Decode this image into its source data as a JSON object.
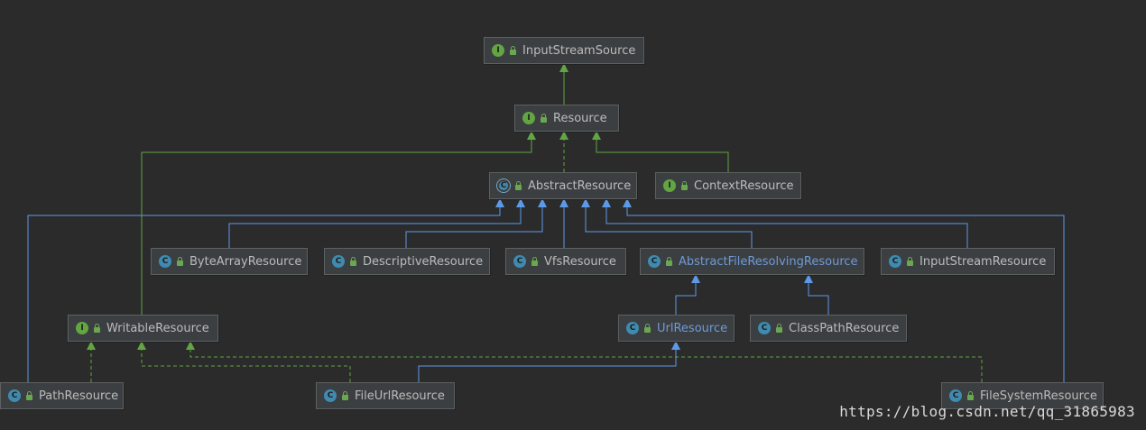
{
  "colors": {
    "background": "#2b2b2b",
    "interface_edge": "#62a542",
    "class_edge": "#5c9ae8",
    "interface_badge": "#62a542",
    "class_badge": "#3f8bb0"
  },
  "nodes": [
    {
      "id": "InputStreamSource",
      "label": "InputStreamSource",
      "kind": "interface"
    },
    {
      "id": "Resource",
      "label": "Resource",
      "kind": "interface"
    },
    {
      "id": "AbstractResource",
      "label": "AbstractResource",
      "kind": "abstract-class"
    },
    {
      "id": "ContextResource",
      "label": "ContextResource",
      "kind": "interface"
    },
    {
      "id": "ByteArrayResource",
      "label": "ByteArrayResource",
      "kind": "class"
    },
    {
      "id": "DescriptiveResource",
      "label": "DescriptiveResource",
      "kind": "class"
    },
    {
      "id": "VfsResource",
      "label": "VfsResource",
      "kind": "class"
    },
    {
      "id": "AbstractFileResolvingResource",
      "label": "AbstractFileResolvingResource",
      "kind": "abstract-class"
    },
    {
      "id": "InputStreamResource",
      "label": "InputStreamResource",
      "kind": "class"
    },
    {
      "id": "WritableResource",
      "label": "WritableResource",
      "kind": "interface"
    },
    {
      "id": "UrlResource",
      "label": "UrlResource",
      "kind": "abstract-class"
    },
    {
      "id": "ClassPathResource",
      "label": "ClassPathResource",
      "kind": "class"
    },
    {
      "id": "PathResource",
      "label": "PathResource",
      "kind": "class"
    },
    {
      "id": "FileUrlResource",
      "label": "FileUrlResource",
      "kind": "class"
    },
    {
      "id": "FileSystemResource",
      "label": "FileSystemResource",
      "kind": "class"
    }
  ],
  "edges": [
    {
      "from": "Resource",
      "to": "InputStreamSource",
      "type": "extends"
    },
    {
      "from": "AbstractResource",
      "to": "Resource",
      "type": "implements"
    },
    {
      "from": "ContextResource",
      "to": "Resource",
      "type": "extends"
    },
    {
      "from": "WritableResource",
      "to": "Resource",
      "type": "extends"
    },
    {
      "from": "PathResource",
      "to": "AbstractResource",
      "type": "extends"
    },
    {
      "from": "ByteArrayResource",
      "to": "AbstractResource",
      "type": "extends"
    },
    {
      "from": "DescriptiveResource",
      "to": "AbstractResource",
      "type": "extends"
    },
    {
      "from": "VfsResource",
      "to": "AbstractResource",
      "type": "extends"
    },
    {
      "from": "AbstractFileResolvingResource",
      "to": "AbstractResource",
      "type": "extends"
    },
    {
      "from": "InputStreamResource",
      "to": "AbstractResource",
      "type": "extends"
    },
    {
      "from": "FileSystemResource",
      "to": "AbstractResource",
      "type": "extends"
    },
    {
      "from": "UrlResource",
      "to": "AbstractFileResolvingResource",
      "type": "extends"
    },
    {
      "from": "ClassPathResource",
      "to": "AbstractFileResolvingResource",
      "type": "extends"
    },
    {
      "from": "FileUrlResource",
      "to": "UrlResource",
      "type": "extends"
    },
    {
      "from": "PathResource",
      "to": "WritableResource",
      "type": "implements"
    },
    {
      "from": "FileUrlResource",
      "to": "WritableResource",
      "type": "implements"
    },
    {
      "from": "FileSystemResource",
      "to": "WritableResource",
      "type": "implements"
    }
  ],
  "watermark": "https://blog.csdn.net/qq_31865983"
}
